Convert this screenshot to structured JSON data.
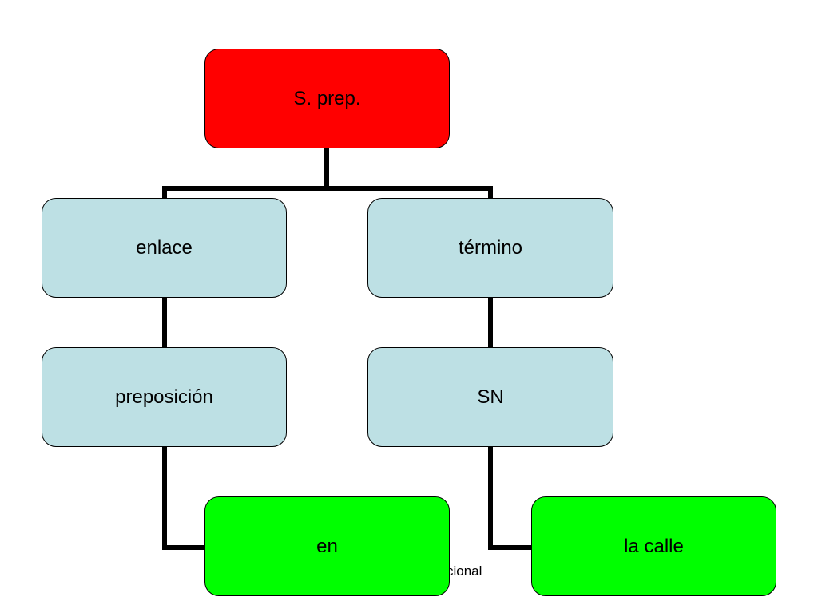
{
  "colors": {
    "root_fill": "#ff0000",
    "branch_fill": "#bde0e4",
    "leaf_fill": "#00ff00",
    "connector": "#000000"
  },
  "diagram": {
    "root": {
      "label": "S. prep."
    },
    "left_branch": {
      "label": "enlace",
      "child": {
        "label": "preposición"
      },
      "leaf": {
        "label": "en"
      }
    },
    "right_branch": {
      "label": "término",
      "child": {
        "label": "SN"
      },
      "leaf": {
        "label": "la calle"
      }
    }
  },
  "footer": {
    "fragment": "cional"
  }
}
